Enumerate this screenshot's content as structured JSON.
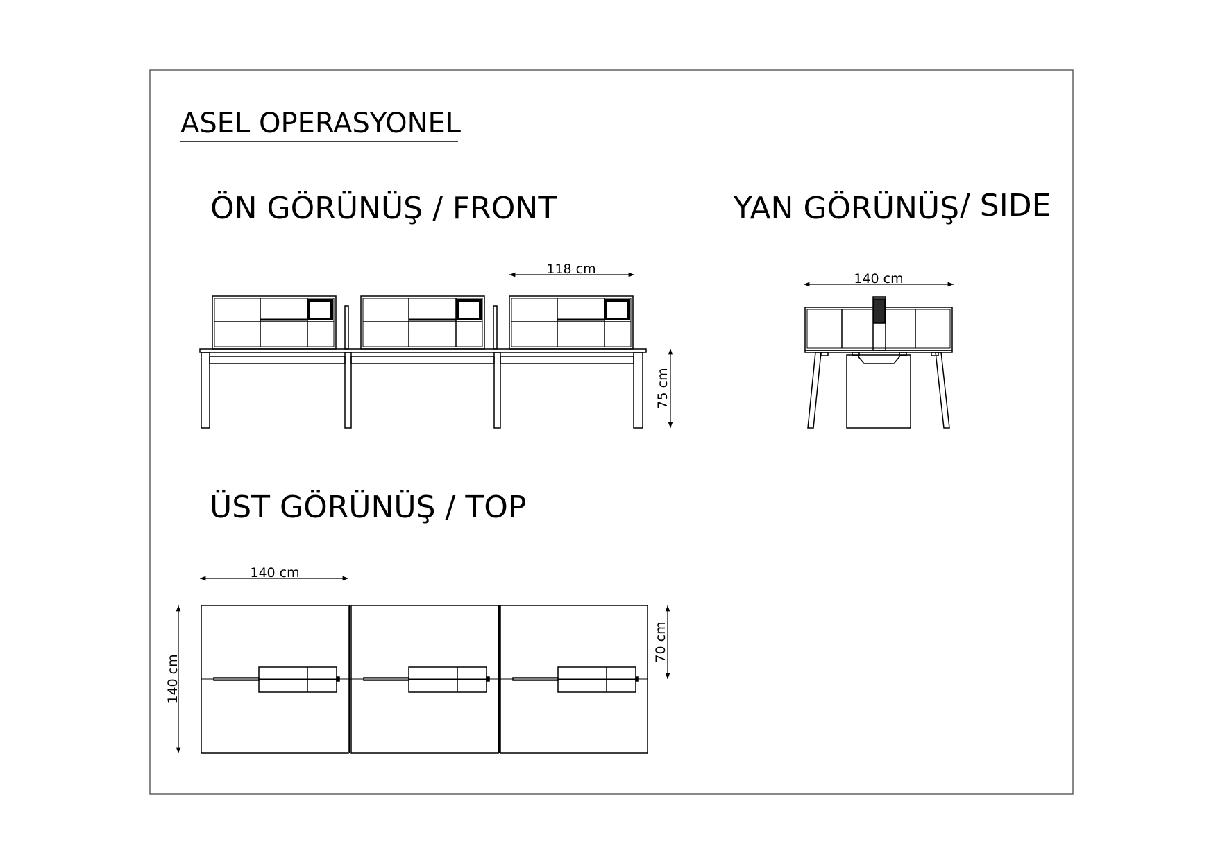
{
  "title": "ASEL OPERASYONEL",
  "views": {
    "front": {
      "title": "ÖN GÖRÜNÜŞ / FRONT",
      "width_label": "118 cm",
      "height_label": "75 cm"
    },
    "side": {
      "title_main": "YAN GÖRÜNÜŞ",
      "title_suffix": "/ SIDE",
      "width_label": "140 cm"
    },
    "top": {
      "title": "ÜST GÖRÜNÜŞ / TOP",
      "width_label": "140 cm",
      "depth_label": "140 cm",
      "half_depth_label": "70 cm"
    }
  },
  "colors": {
    "line": "#000000",
    "frame": "#555555",
    "dark_fill": "#2a2a2a"
  }
}
